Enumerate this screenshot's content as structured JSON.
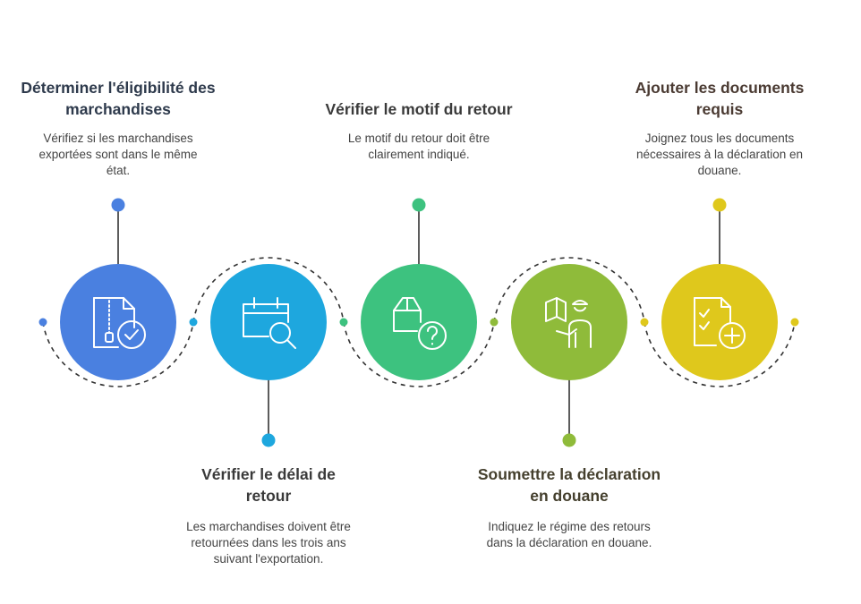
{
  "steps": [
    {
      "title": "Déterminer l'éligibilité des marchandises",
      "description": "Vérifiez si les marchandises exportées sont dans le même état.",
      "icon": "document-check-icon",
      "color": "#4A80E0",
      "title_color": "#2E3A4C"
    },
    {
      "title": "Vérifier le délai de retour",
      "description": "Les marchandises doivent être retournées dans les trois ans suivant l'exportation.",
      "icon": "calendar-search-icon",
      "color": "#1EA7DE",
      "title_color": "#3A3A3A"
    },
    {
      "title": "Vérifier le motif du retour",
      "description": "Le motif du retour doit être clairement indiqué.",
      "icon": "box-question-icon",
      "color": "#3DC27F",
      "title_color": "#3A3A3A"
    },
    {
      "title": "Soumettre la déclaration en douane",
      "description": "Indiquez le régime des retours dans la déclaration en douane.",
      "icon": "customs-officer-icon",
      "color": "#8FBB3A",
      "title_color": "#45402E"
    },
    {
      "title": "Ajouter les documents requis",
      "description": "Joignez tous les documents nécessaires à la déclaration en douane.",
      "icon": "document-add-icon",
      "color": "#DFC81C",
      "title_color": "#4A3A32"
    }
  ]
}
